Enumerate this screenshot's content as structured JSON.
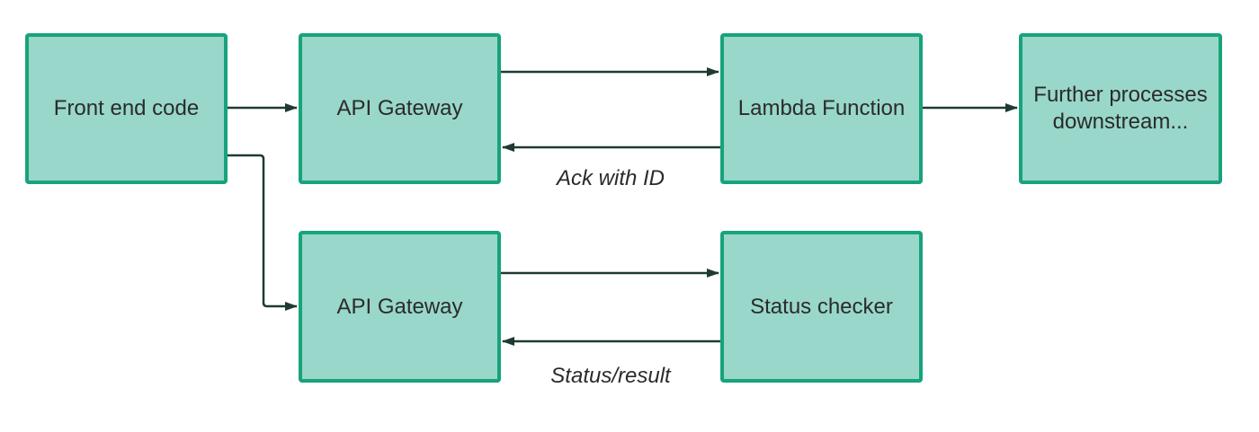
{
  "diagram": {
    "nodes": {
      "frontend": "Front end code",
      "gateway_top": "API Gateway",
      "lambda": "Lambda Function",
      "further_line1": "Further processes",
      "further_line2": "downstream...",
      "gateway_bottom": "API Gateway",
      "status_checker": "Status checker"
    },
    "edge_labels": {
      "ack": "Ack with ID",
      "status_result": "Status/result"
    }
  },
  "colors": {
    "node_fill": "#98d7c9",
    "node_border": "#17a37c",
    "arrow": "#1f3a33",
    "text": "#2b2b2b"
  }
}
